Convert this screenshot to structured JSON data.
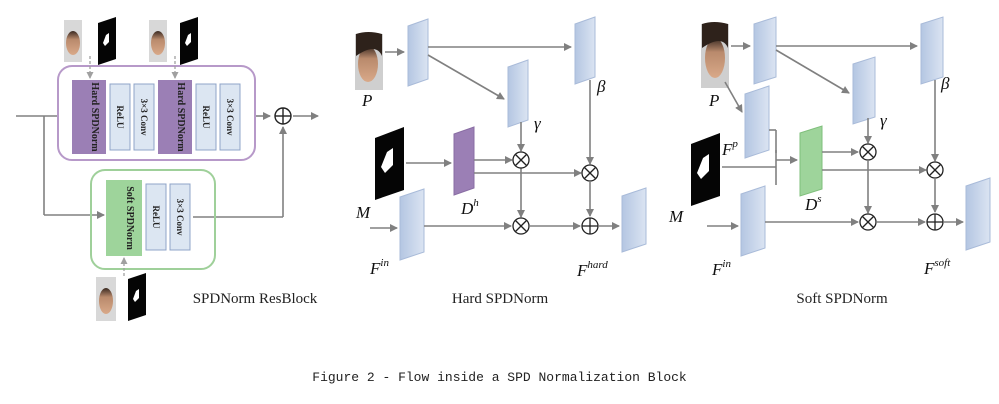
{
  "resblock": {
    "hard_norm": "Hard SPDNorm",
    "relu": "ReLU",
    "conv": "3×3 Conv",
    "soft_norm": "Soft SPDNorm",
    "label": "SPDNorm ResBlock"
  },
  "hard": {
    "P": "P",
    "gamma": "γ",
    "beta": "β",
    "M": "M",
    "D_base": "D",
    "D_sup": "h",
    "F_in_base": "F",
    "F_in_sup": "in",
    "F_out_base": "F",
    "F_out_sup": "hard",
    "label": "Hard SPDNorm"
  },
  "soft": {
    "P": "P",
    "Fp_base": "F",
    "Fp_sup": "p",
    "gamma": "γ",
    "beta": "β",
    "M": "M",
    "D_base": "D",
    "D_sup": "s",
    "F_in_base": "F",
    "F_in_sup": "in",
    "F_out_base": "F",
    "F_out_sup": "soft",
    "label": "Soft SPDNorm"
  },
  "ops": {
    "mult": "⊗",
    "add": "⊕"
  },
  "caption": "Figure 2 - Flow inside a SPD Normalization Block",
  "colors": {
    "purple": "#9b7fb5",
    "green": "#9ed49b",
    "feature": "#c8d6ea",
    "conv_block": "#dce6f2",
    "arrow": "#808080"
  }
}
